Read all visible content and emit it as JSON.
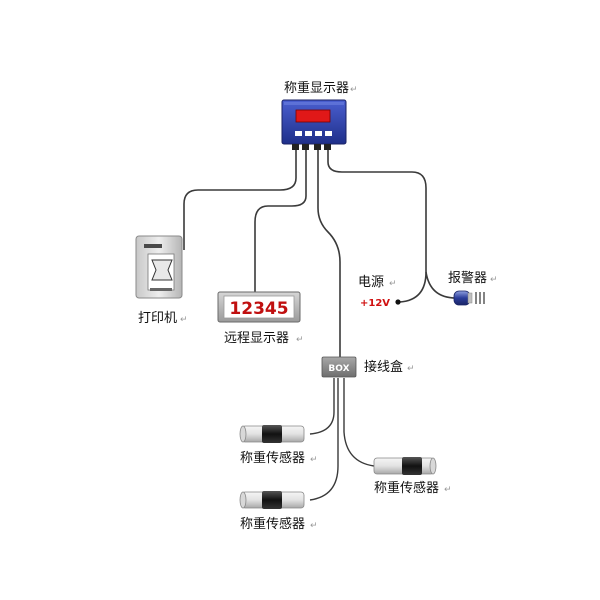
{
  "labels": {
    "display": "称重显示器",
    "printer": "打印机",
    "remote_display": "远程显示器",
    "power": "电源",
    "voltage": "+12V",
    "alarm": "报警器",
    "box_text": "BOX",
    "junction_box": "接线盒",
    "sensor_1": "称重传感器",
    "sensor_2": "称重传感器",
    "sensor_3": "称重传感器",
    "para_mark": "↵"
  },
  "remote_readout": "12345",
  "colors": {
    "display_body": "#2a3fa6",
    "display_screen": "#e01818",
    "readout_text": "#c01010",
    "voltage_text": "#d01010",
    "wire": "#3a3a3a",
    "box": "#8a8a8a",
    "sensor_band": "#1a1a1a"
  }
}
